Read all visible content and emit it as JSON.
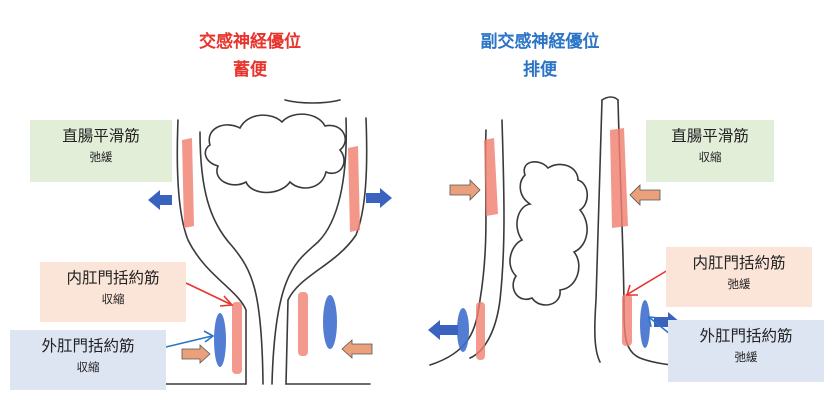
{
  "left_panel": {
    "title": "交感神経優位",
    "subtitle": "蓄便",
    "smooth_muscle": {
      "name": "直腸平滑筋",
      "state": "弛緩"
    },
    "internal_sphincter": {
      "name": "内肛門括約筋",
      "state": "収縮"
    },
    "external_sphincter": {
      "name": "外肛門括約筋",
      "state": "収縮"
    }
  },
  "right_panel": {
    "title": "副交感神経優位",
    "subtitle": "排便",
    "smooth_muscle": {
      "name": "直腸平滑筋",
      "state": "収縮"
    },
    "internal_sphincter": {
      "name": "内肛門括約筋",
      "state": "弛緩"
    },
    "external_sphincter": {
      "name": "外肛門括約筋",
      "state": "弛緩"
    }
  },
  "colors": {
    "sympathetic_title": "#e8342c",
    "parasympathetic_title": "#2b74c6",
    "smooth_muscle_box": "#e3eed9",
    "internal_sphincter_box": "#fbe4d8",
    "external_sphincter_box": "#dde4f2",
    "muscle_red": "#f08070",
    "muscle_blue": "#3f6fce",
    "arrow_blue": "#3a63c0",
    "arrow_orange": "#eaa07a"
  }
}
